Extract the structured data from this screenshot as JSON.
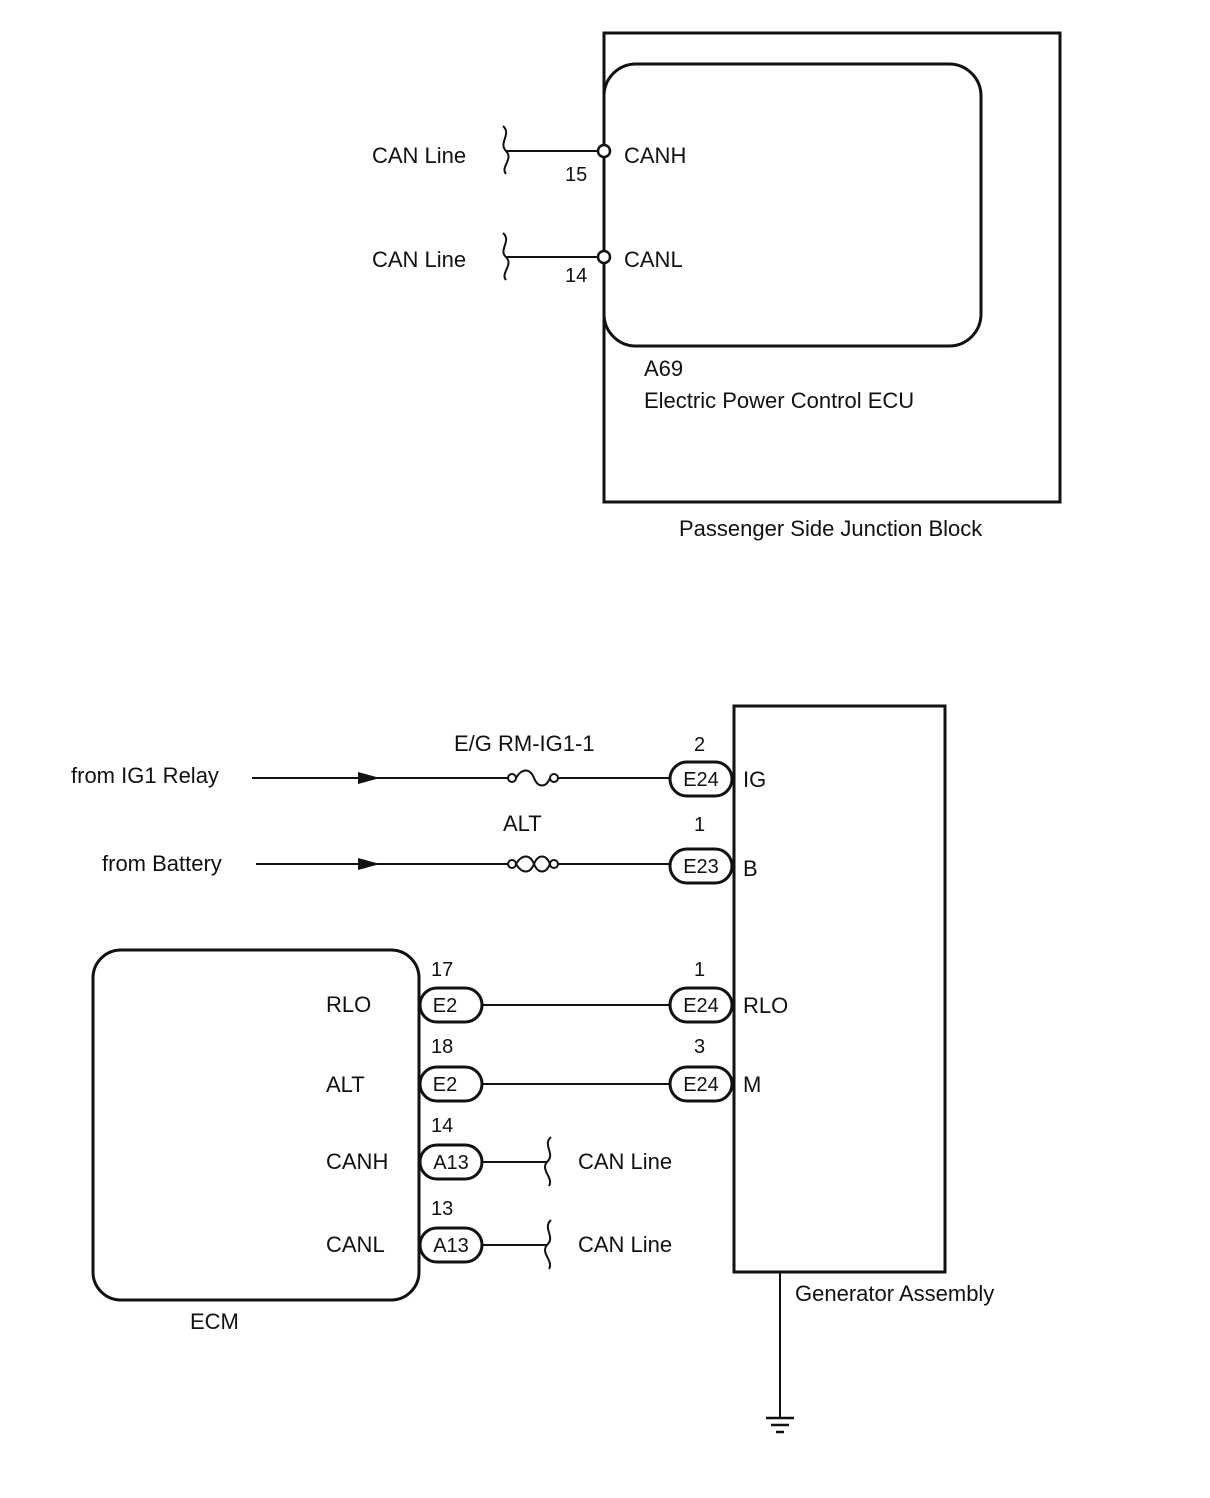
{
  "junction_block": {
    "name": "Passenger Side Junction Block",
    "ecu_code": "A69",
    "ecu_name": "Electric Power Control ECU",
    "can_high": {
      "external_label": "CAN Line",
      "pin": "15",
      "terminal": "CANH"
    },
    "can_low": {
      "external_label": "CAN Line",
      "pin": "14",
      "terminal": "CANL"
    }
  },
  "sources": {
    "ig1_relay": {
      "label": "from IG1 Relay",
      "fuse": "E/G RM-IG1-1",
      "pin": "2",
      "connector": "E24",
      "terminal": "IG"
    },
    "battery": {
      "label": "from Battery",
      "fuse": "ALT",
      "pin": "1",
      "connector": "E23",
      "terminal": "B"
    }
  },
  "ecm": {
    "name": "ECM",
    "rlo": {
      "terminal": "RLO",
      "pin": "17",
      "connector": "E2"
    },
    "alt": {
      "terminal": "ALT",
      "pin": "18",
      "connector": "E2"
    },
    "canh": {
      "terminal": "CANH",
      "pin": "14",
      "connector": "A13",
      "line_label": "CAN Line"
    },
    "canl": {
      "terminal": "CANL",
      "pin": "13",
      "connector": "A13",
      "line_label": "CAN Line"
    }
  },
  "generator": {
    "name": "Generator Assembly",
    "rlo": {
      "terminal": "RLO",
      "pin": "1",
      "connector": "E24"
    },
    "m": {
      "terminal": "M",
      "pin": "3",
      "connector": "E24"
    }
  },
  "colors": {
    "line": "#111111",
    "background": "#ffffff"
  }
}
